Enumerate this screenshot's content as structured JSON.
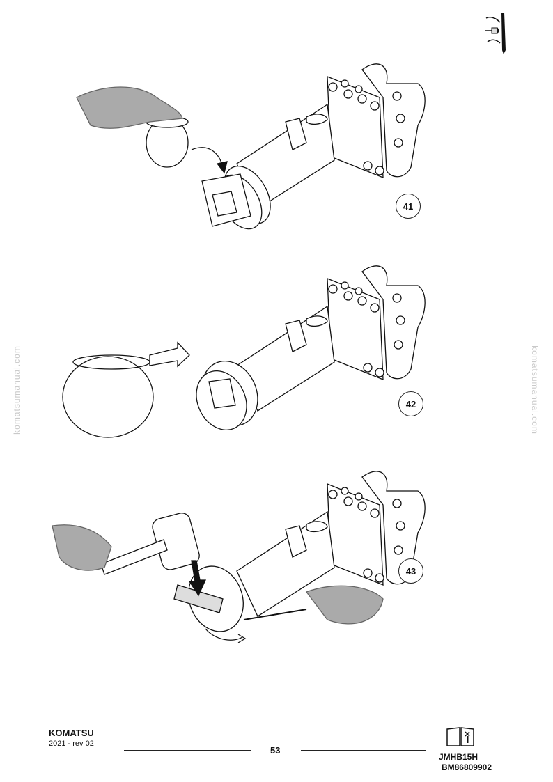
{
  "header": {
    "corner_icon": "lubrication-icon"
  },
  "figures": [
    {
      "number": "41"
    },
    {
      "number": "42"
    },
    {
      "number": "43"
    }
  ],
  "watermark": {
    "text": "komatsumanual.com"
  },
  "footer": {
    "brand": "KOMATSU",
    "date_rev": "2021 -   rev 02",
    "page_number": "53",
    "model": "JMHB15H",
    "code": "BM86809902",
    "book_icon": "manual-book-icon"
  }
}
